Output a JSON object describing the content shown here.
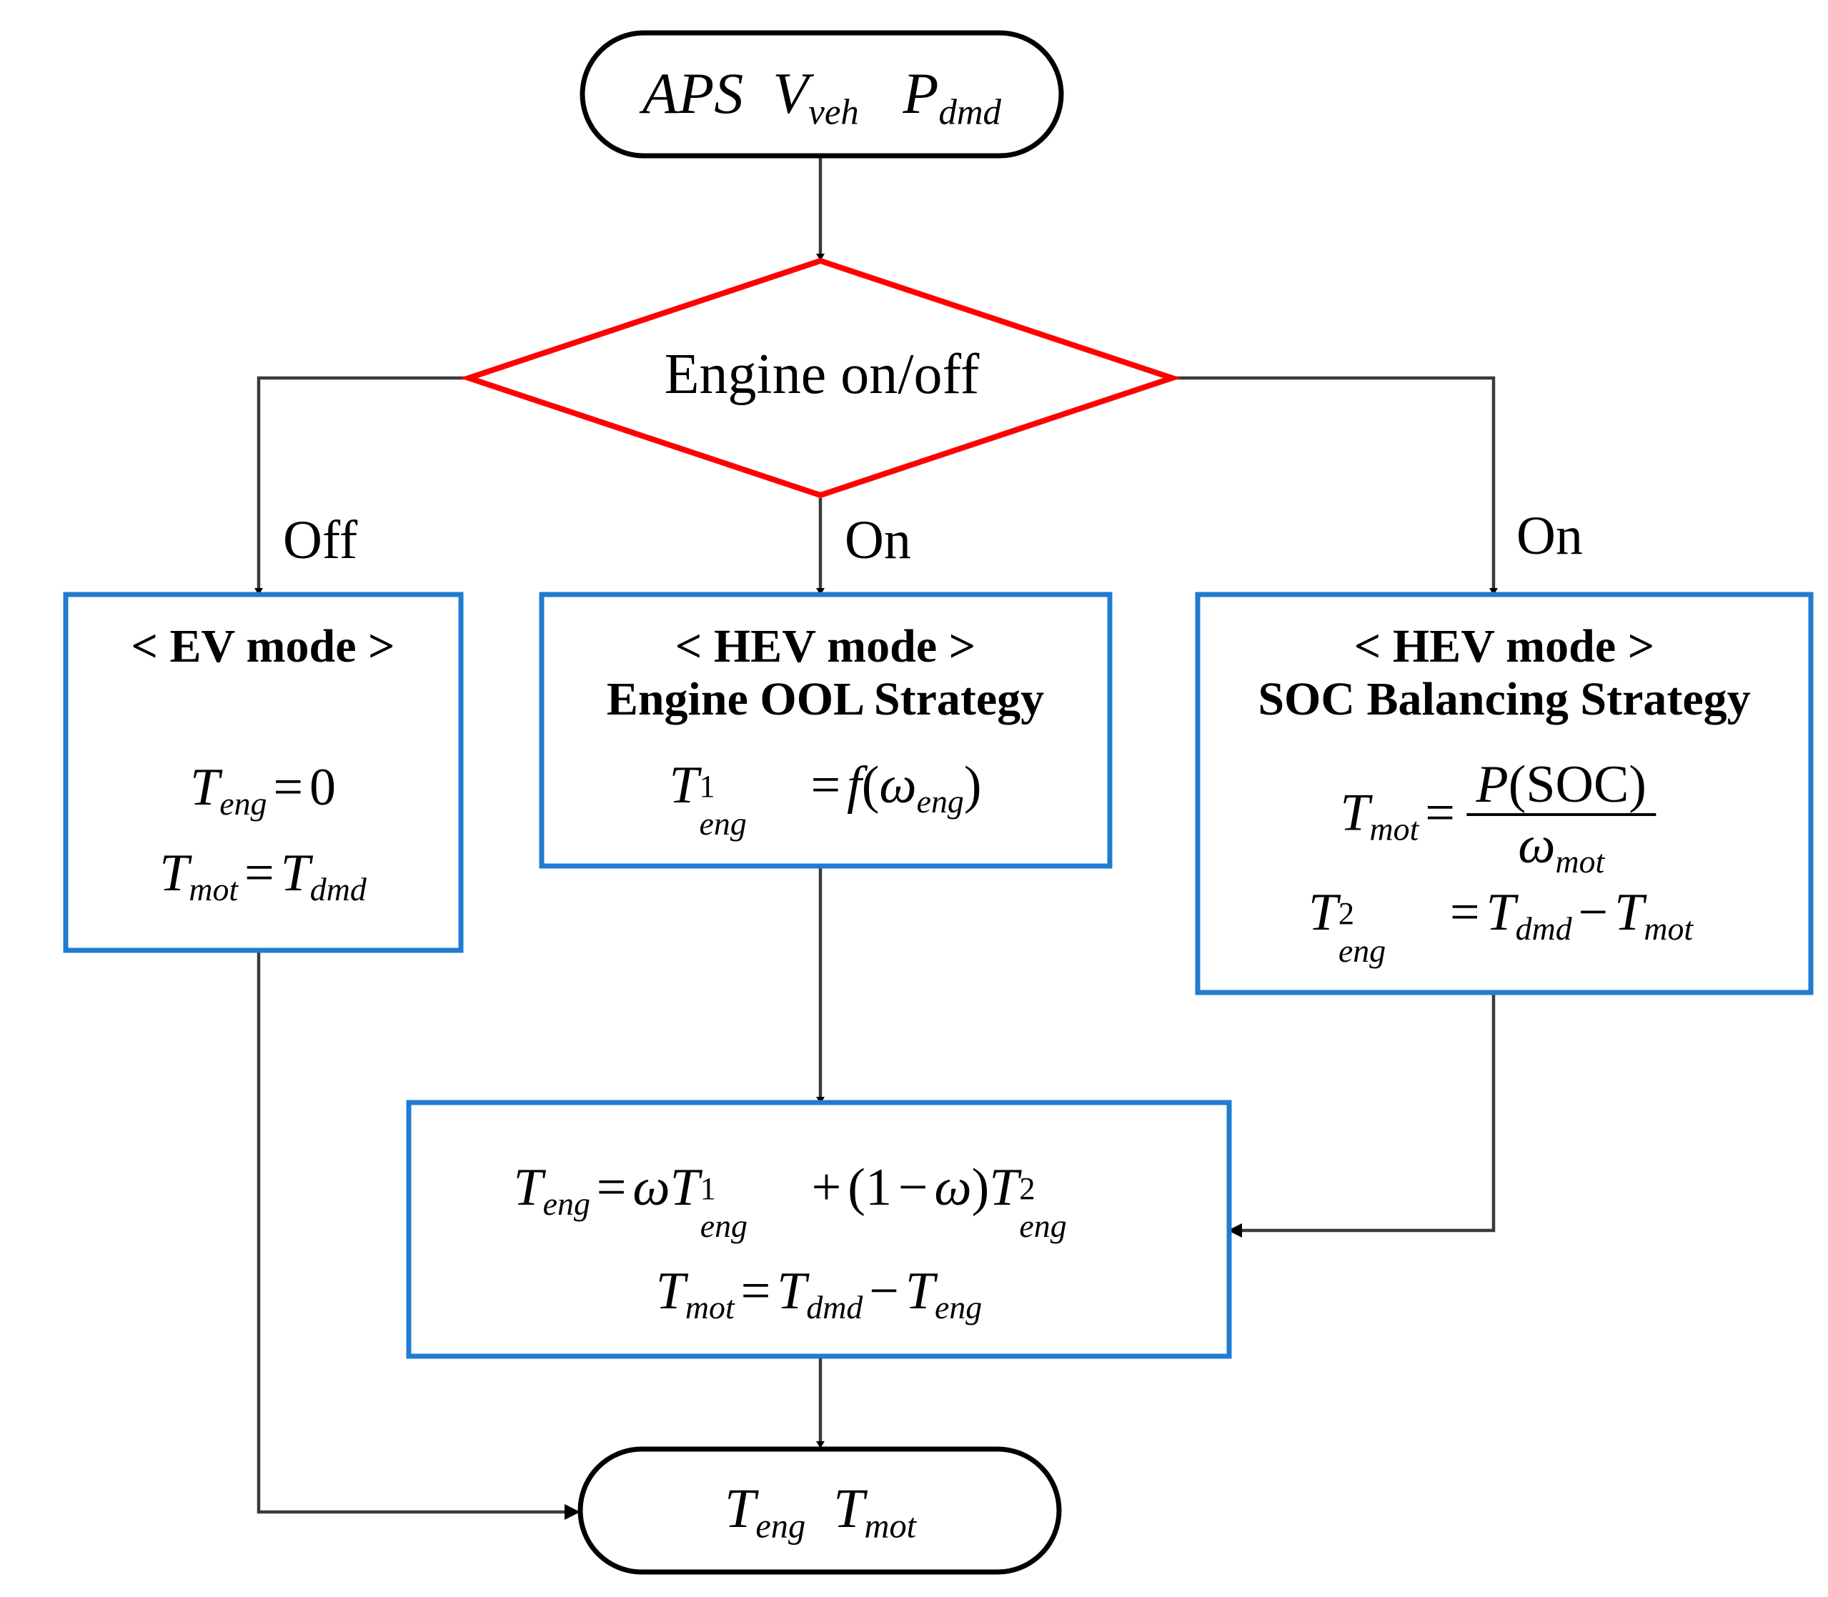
{
  "diagram": {
    "title": "HEV powertrain torque split control flowchart",
    "colors": {
      "decision_border": "#FE0000",
      "process_border": "#1F7CD0",
      "terminal_border": "#000000",
      "edge": "#3a3a3a",
      "text": "#000000"
    },
    "nodes": {
      "start": {
        "shape": "stadium",
        "text_parts": [
          "APS",
          "V",
          "veh",
          "P",
          "dmd"
        ],
        "label": "APS Vveh Pdmd"
      },
      "decision": {
        "shape": "diamond",
        "label": "Engine on/off"
      },
      "ev_mode": {
        "shape": "rectangle",
        "title": "< EV mode >",
        "equations": [
          {
            "lhs": "T",
            "lhs_sub": "eng",
            "op": "=",
            "rhs": "0"
          },
          {
            "lhs": "T",
            "lhs_sub": "mot",
            "op": "=",
            "rhs": "T",
            "rhs_sub": "dmd"
          }
        ]
      },
      "hev_ool": {
        "shape": "rectangle",
        "title": "< HEV mode >",
        "subtitle": "Engine OOL Strategy",
        "equation": "T1eng = f(ωeng)",
        "parts": {
          "T": "T",
          "sup": "1",
          "sub": "eng",
          "eq": "=",
          "f": "f",
          "omega": "ω",
          "omega_sub": "eng"
        }
      },
      "hev_soc": {
        "shape": "rectangle",
        "title": "< HEV mode >",
        "subtitle": "SOC Balancing Strategy",
        "equations": [
          {
            "lhs": "T",
            "lhs_sub": "mot",
            "op": "=",
            "numerator_fn": "P",
            "numerator_arg": "(SOC)",
            "denominator": "ω",
            "denominator_sub": "mot"
          },
          {
            "lhs": "T",
            "lhs_sup": "2",
            "lhs_sub": "eng",
            "op": "=",
            "rhs1": "T",
            "rhs1_sub": "dmd",
            "minus": "−",
            "rhs2": "T",
            "rhs2_sub": "mot"
          }
        ]
      },
      "merge": {
        "shape": "rectangle",
        "equations": [
          "T_eng = ω T^1_eng + (1 − ω) T^2_eng",
          "T_mot = T_dmd − T_eng"
        ]
      },
      "end": {
        "shape": "stadium",
        "label": "Teng Tmot"
      }
    },
    "edge_labels": {
      "off": "Off",
      "on_middle": "On",
      "on_right": "On"
    },
    "symbols": {
      "equals": "=",
      "plus": "+",
      "minus": "−",
      "omega": "ω",
      "lparen": "(",
      "rparen": ")",
      "zero": "0",
      "one": "1",
      "two": "2",
      "soc": "SOC",
      "f": "f",
      "P": "P",
      "T": "T",
      "angle_open": "<",
      "angle_close": ">"
    }
  }
}
